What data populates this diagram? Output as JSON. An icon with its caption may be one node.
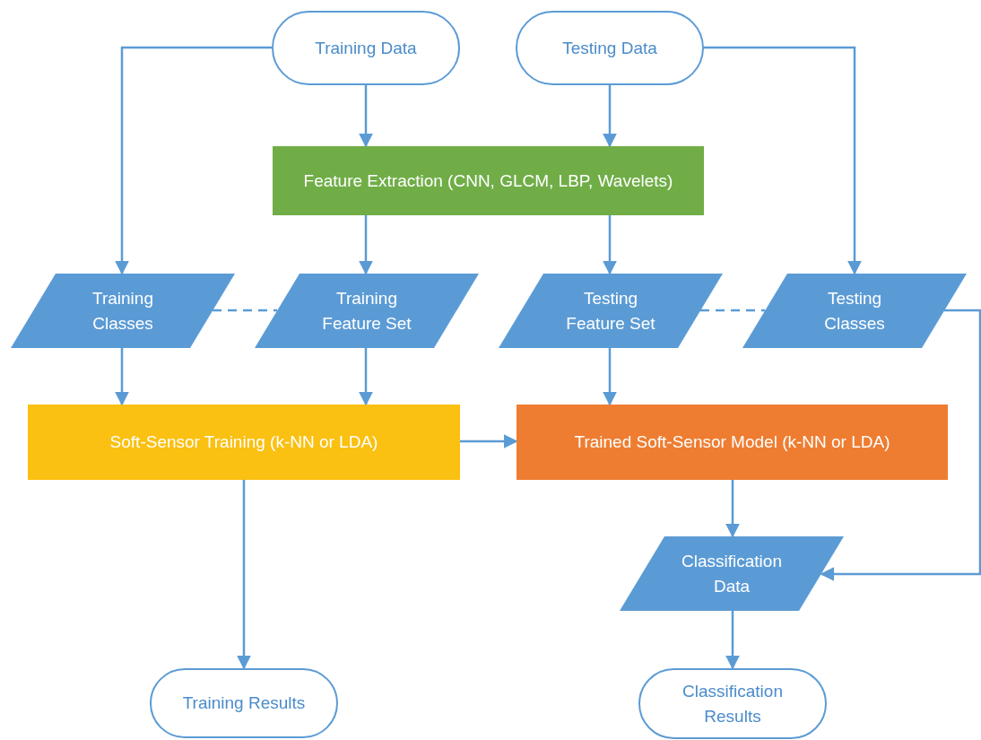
{
  "diagram": {
    "nodes": [
      {
        "text": [
          "Training Data"
        ]
      },
      {
        "text": [
          "Testing Data"
        ]
      },
      {
        "text": [
          "Feature Extraction (CNN, GLCM, LBP, Wavelets)"
        ]
      },
      {
        "text": [
          "Training Classes"
        ]
      },
      {
        "text": [
          "Training Feature Set"
        ]
      },
      {
        "text": [
          "Testing Feature Set"
        ]
      },
      {
        "text": [
          "Testing Classes"
        ]
      },
      {
        "text": [
          "Soft-Sensor Training (k-NN or LDA)"
        ]
      },
      {
        "text": [
          "Trained Soft-Sensor Model (k-NN or LDA)"
        ]
      },
      {
        "text": [
          "Classification Data"
        ]
      },
      {
        "text": [
          "Training Results"
        ]
      },
      {
        "text": [
          "Classification Results"
        ]
      }
    ],
    "edges": [
      {
        "from": 0,
        "to": 3,
        "arrow": "to"
      },
      {
        "from": 0,
        "to": 2,
        "arrow": "to"
      },
      {
        "from": 1,
        "to": 2,
        "arrow": "to"
      },
      {
        "from": 1,
        "to": 6,
        "arrow": "to"
      },
      {
        "from": 2,
        "to": 4,
        "arrow": "to"
      },
      {
        "from": 2,
        "to": 5,
        "arrow": "to"
      },
      {
        "from": 3,
        "to": 4,
        "arrow": "none",
        "style": "dashed"
      },
      {
        "from": 5,
        "to": 6,
        "arrow": "none",
        "style": "dashed"
      },
      {
        "from": 3,
        "to": 7,
        "arrow": "to"
      },
      {
        "from": 4,
        "to": 7,
        "arrow": "to"
      },
      {
        "from": 5,
        "to": 8,
        "arrow": "to"
      },
      {
        "from": 7,
        "to": 8,
        "arrow": "to"
      },
      {
        "from": 8,
        "to": 9,
        "arrow": "to"
      },
      {
        "from": 6,
        "to": 9,
        "arrow": "to"
      },
      {
        "from": 9,
        "to": 11,
        "arrow": "to"
      },
      {
        "from": 7,
        "to": 10,
        "arrow": "to"
      }
    ]
  }
}
